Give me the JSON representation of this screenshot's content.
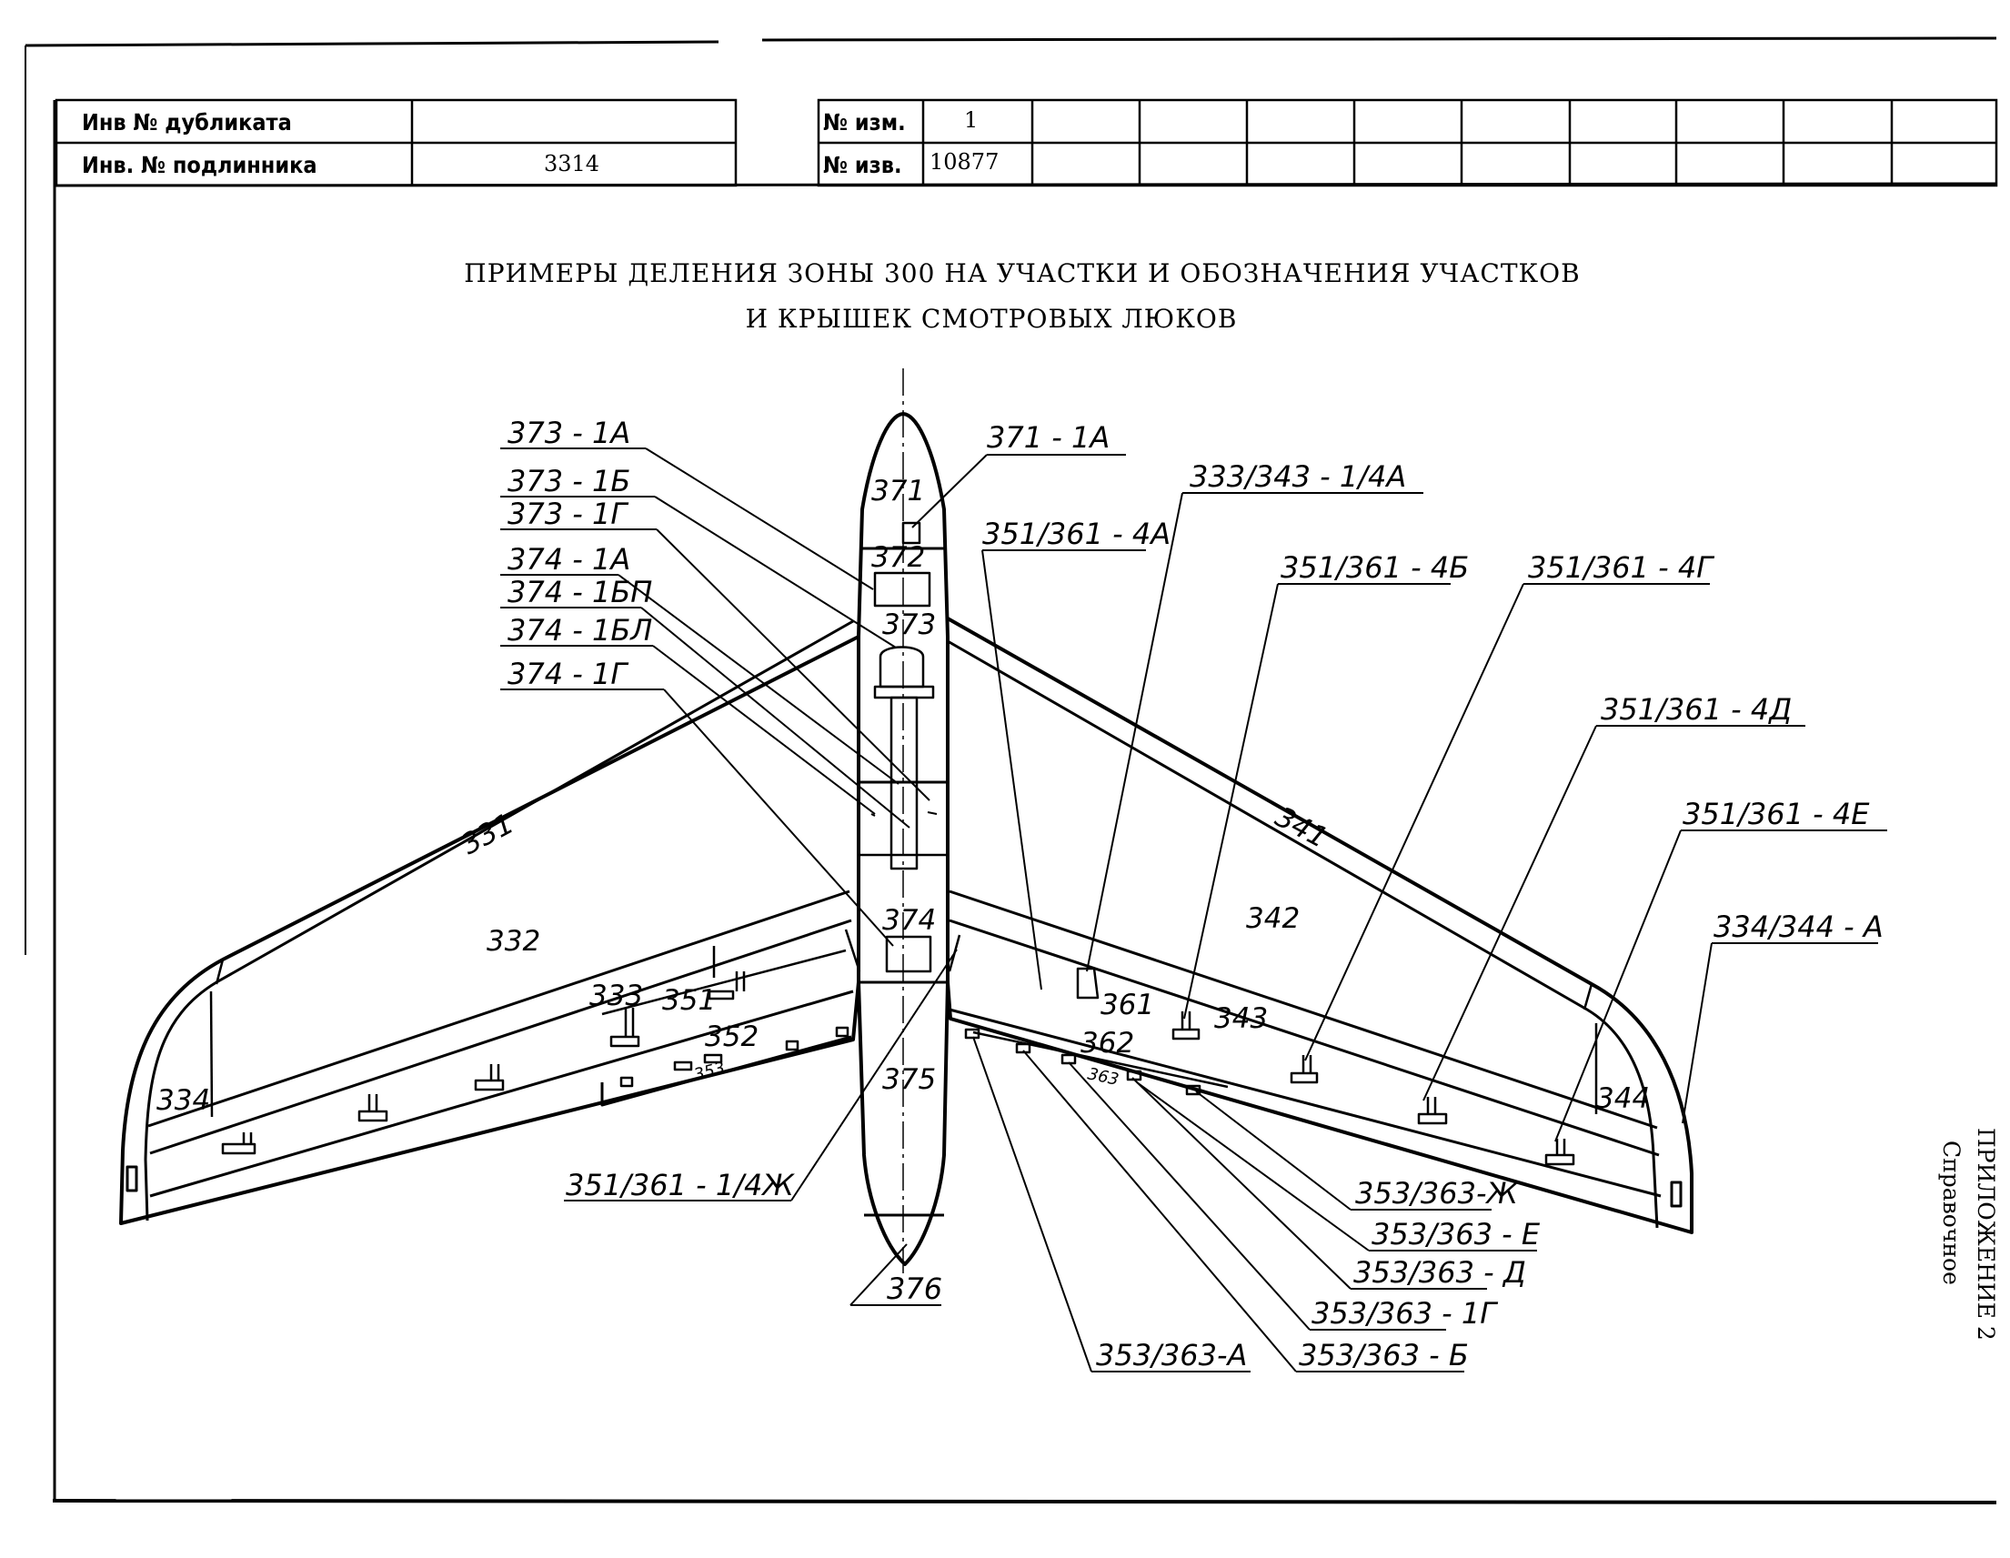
{
  "stamp_left": {
    "row1_label": "Инв № дубликата",
    "row1_value": "",
    "row2_label": "Инв. № подлинника",
    "row2_value": "3314"
  },
  "stamp_right": {
    "row1_label": "№ изм.",
    "row1_value": "1",
    "row2_label": "№ изв.",
    "row2_value": "10877"
  },
  "title": {
    "line1": "ПРИМЕРЫ ДЕЛЕНИЯ ЗОНЫ 300 НА УЧАСТКИ И ОБОЗНАЧЕНИЯ УЧАСТКОВ",
    "line2": "И КРЫШЕК СМОТРОВЫХ ЛЮКОВ"
  },
  "side_text": {
    "appendix": "ПРИЛОЖЕНИЕ 2",
    "note": "Справочное"
  },
  "callouts_left": {
    "c1": "373 - 1А",
    "c2": "373 - 1Б",
    "c3": "373 - 1Г",
    "c4": "374 - 1А",
    "c5": "374 - 1БП",
    "c6": "374 - 1БЛ",
    "c7": "374 - 1Г",
    "c8": "351/361 - 1/4Ж"
  },
  "callouts_right": {
    "c1": "371 - 1А",
    "c2": "351/361 - 4А",
    "c3": "333/343 - 1/4А",
    "c4": "351/361 - 4Б",
    "c5": "351/361 - 4Г",
    "c6": "351/361 - 4Д",
    "c7": "351/361 - 4Е",
    "c8": "334/344 - А"
  },
  "callouts_bottom": {
    "c1": "353/363-Ж",
    "c2": "353/363 - Е",
    "c3": "353/363 - Д",
    "c4": "353/363 - 1Г",
    "c5": "353/363-А",
    "c6": "353/363 - Б",
    "c7": "376"
  },
  "zones": {
    "z371": "371",
    "z372": "372",
    "z373": "373",
    "z374": "374",
    "z375": "375",
    "z331": "331",
    "z332": "332",
    "z333": "333",
    "z334": "334",
    "z351": "351",
    "z352": "352",
    "z353": "353",
    "z341": "341",
    "z342": "342",
    "z343": "343",
    "z344": "344",
    "z361": "361",
    "z362": "362",
    "z363": "363"
  }
}
